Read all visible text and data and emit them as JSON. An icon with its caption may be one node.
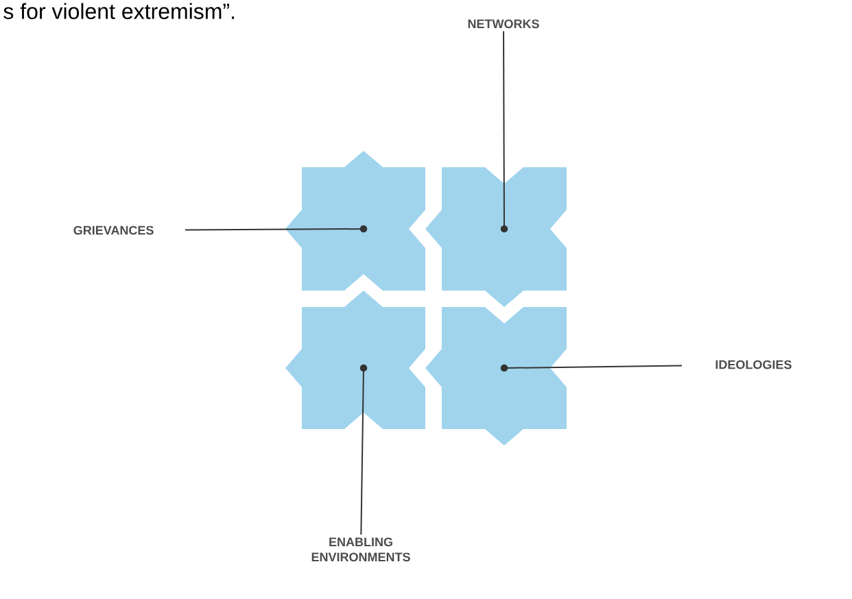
{
  "diagram": {
    "title": "s for violent extremism”.",
    "nodes": [
      {
        "text": [
          "NETWORKS"
        ]
      },
      {
        "text": [
          "GRIEVANCES"
        ]
      },
      {
        "text": [
          "IDEOLOGIES"
        ]
      },
      {
        "text": [
          "ENABLING ENVIRONMENTS"
        ]
      },
      {
        "text": [],
        "shape": "box"
      },
      {
        "text": [],
        "shape": "box"
      },
      {
        "text": [],
        "shape": "box"
      },
      {
        "text": [],
        "shape": "box"
      }
    ],
    "edges": [
      {
        "from": 0,
        "to": 5,
        "arrow": "none"
      },
      {
        "from": 1,
        "to": 4,
        "arrow": "none"
      },
      {
        "from": 2,
        "to": 7,
        "arrow": "none"
      },
      {
        "from": 3,
        "to": 6,
        "arrow": "none"
      }
    ]
  }
}
